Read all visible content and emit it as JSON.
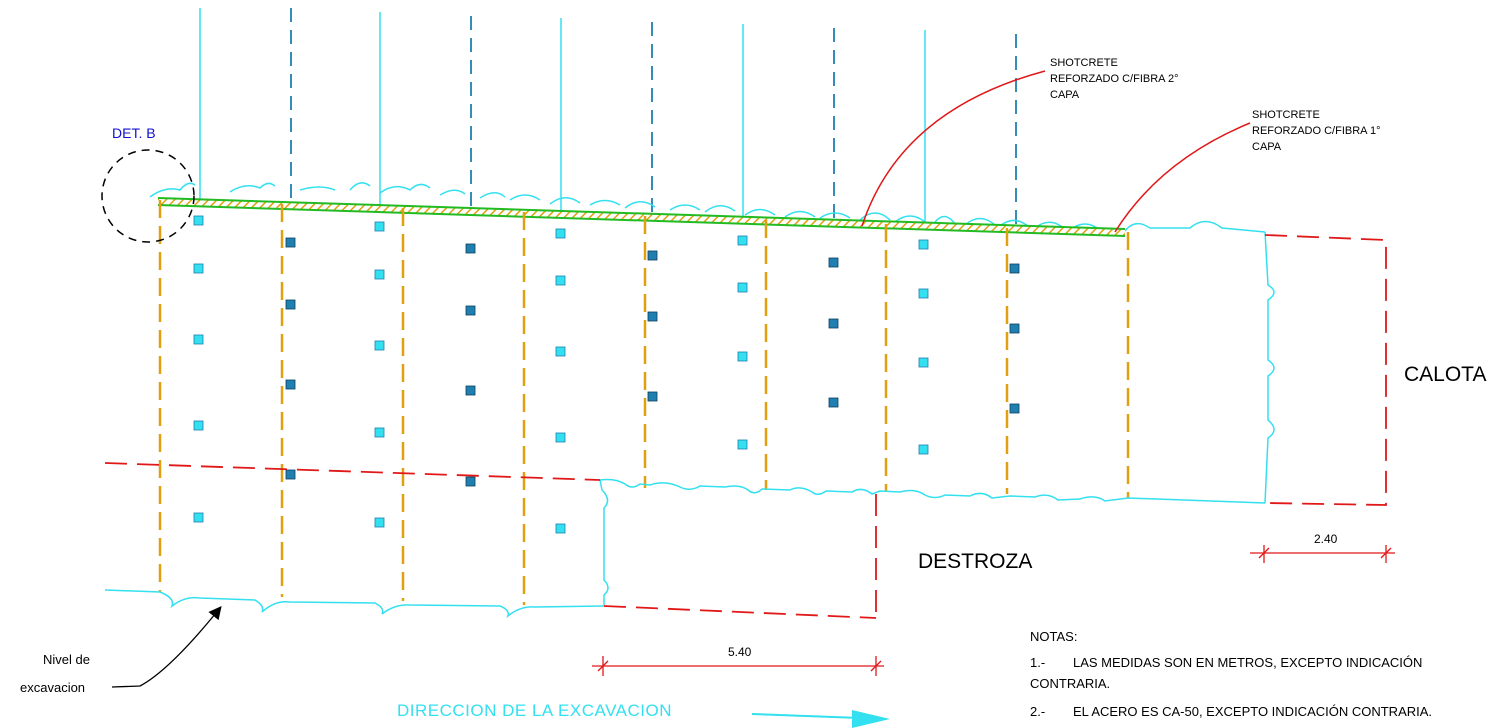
{
  "labels": {
    "det_b": "DET. B",
    "shot_2_l1": "SHOTCRETE",
    "shot_2_l2": "REFORZADO C/FIBRA 2°",
    "shot_2_l3": "CAPA",
    "shot_1_l1": "SHOTCRETE",
    "shot_1_l2": "REFORZADO C/FIBRA 1°",
    "shot_1_l3": "CAPA",
    "calota": "CALOTA",
    "destroza": "DESTROZA",
    "dim_240": "2.40",
    "dim_540": "5.40",
    "nivel_l1": "Nivel de",
    "nivel_l2": "excavacion",
    "direccion": "DIRECCION DE  LA EXCAVACION",
    "notas_title": "NOTAS:",
    "note1_num": "1.-",
    "note1_text": "LAS MEDIDAS SON EN METROS, EXCEPTO INDICACIÓN",
    "note1_cont": "CONTRARIA.",
    "note2_num": "2.-",
    "note2_text": "EL ACERO ES CA-50, EXCEPTO INDICACIÓN CONTRARIA."
  },
  "colors": {
    "cyan": "#33e0f0",
    "blue_bolt": "#1f7fb0",
    "orange": "#e0a010",
    "red": "#e01818",
    "green": "#22bb22",
    "black": "#000000",
    "det_blue": "#1010d0"
  }
}
